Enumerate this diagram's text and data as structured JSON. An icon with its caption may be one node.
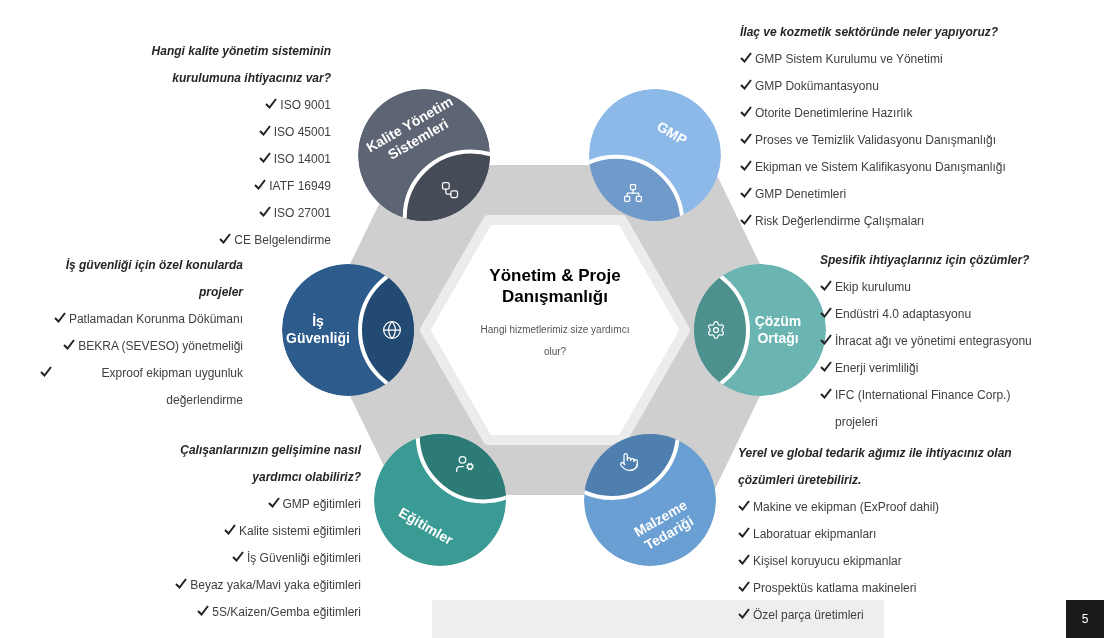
{
  "diagram": {
    "nodes": [
      {
        "text": [
          "Yönetim & Proje Danışmanlığı",
          "Hangi hizmetlerimiz size yardımcı olur?"
        ]
      },
      {
        "text": [
          "Kalite Yönetim Sistemleri"
        ],
        "beside": [
          "Hangi kalite yönetim sisteminin kurulumuna ihtiyacınız var?",
          "ISO 9001",
          "ISO 45001",
          "ISO 14001",
          "IATF 16949",
          "ISO 27001",
          "CE Belgelendirme"
        ]
      },
      {
        "text": [
          "GMP"
        ],
        "beside": [
          "İlaç ve kozmetik sektöründe neler yapıyoruz?",
          "GMP Sistem Kurulumu ve Yönetimi",
          "GMP Dokümantasyonu",
          "Otorite Denetimlerine Hazırlık",
          "Proses  ve Temizlik Validasyonu Danışmanlığı",
          "Ekipman ve Sistem Kalifikasyonu Danışmanlığı",
          "GMP Denetimleri",
          "Risk Değerlendirme Çalışmaları"
        ]
      },
      {
        "text": [
          "İş Güvenliği"
        ],
        "beside": [
          "İş güvenliği için özel konularda projeler",
          "Patlamadan Korunma Dökümanı",
          "BEKRA (SEVESO) yönetmeliği",
          "Exproof ekipman uygunluk değerlendirme"
        ]
      },
      {
        "text": [
          "Çözüm Ortağı"
        ],
        "beside": [
          "Spesifik ihtiyaçlarınız için çözümler?",
          "Ekip kurulumu",
          "Endüstri 4.0 adaptasyonu",
          "İhracat ağı ve yönetimi entegrasyonu",
          "Enerji verimliliği",
          "IFC (International Finance Corp.) projeleri"
        ]
      },
      {
        "text": [
          "Eğitimler"
        ],
        "beside": [
          "Çalışanlarınızın gelişimine nasıl yardımcı olabiliriz?",
          "GMP eğitimleri",
          "Kalite sistemi eğitimleri",
          "İş Güvenliği eğitimleri",
          "Beyaz yaka/Mavi yaka eğitimleri",
          "5S/Kaizen/Gemba eğitimleri"
        ]
      },
      {
        "text": [
          "Malzeme Tedariği"
        ],
        "beside": [
          "Yerel ve global tedarik ağımız ile ihtiyacınız olan çözümleri üretebiliriz.",
          "Makine ve ekipman (ExProof dahil)",
          "Laboratuar ekipmanları",
          "Kişisel koruyucu ekipmanlar",
          "Prospektüs katlama makineleri",
          "Özel parça üretimleri"
        ]
      }
    ],
    "edges": [],
    "labels": [
      "5"
    ]
  }
}
